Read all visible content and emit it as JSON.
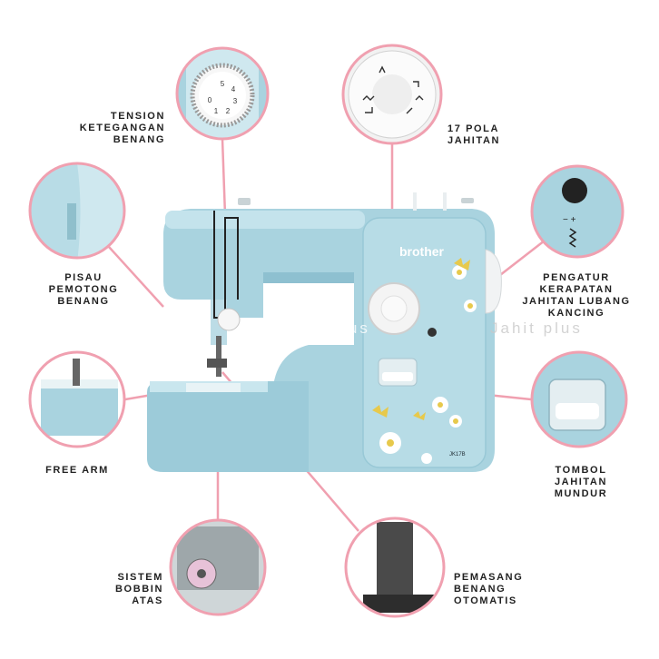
{
  "colors": {
    "accent": "#f0a0b0",
    "machine_body": "#a9d3df",
    "machine_shadow": "#7fb3c4",
    "text": "#222222"
  },
  "brand": "brother",
  "model": "JK17B",
  "watermark": "Jahit plus",
  "callouts": {
    "tension": [
      "TENSION",
      "KETEGANGAN",
      "BENANG"
    ],
    "pola": [
      "17 POLA",
      "JAHITAN"
    ],
    "pisau": [
      "PISAU",
      "PEMOTONG",
      "BENANG"
    ],
    "pengatur": [
      "PENGATUR",
      "KERAPATAN",
      "JAHITAN LUBANG",
      "KANCING"
    ],
    "freearm": [
      "FREE ARM"
    ],
    "tombol": [
      "TOMBOL",
      "JAHITAN",
      "MUNDUR"
    ],
    "bobbin": [
      "SISTEM",
      "BOBBIN",
      "ATAS"
    ],
    "pemasang": [
      "PEMASANG",
      "BENANG",
      "OTOMATIS"
    ]
  },
  "tension_dial_numbers": [
    "0",
    "1",
    "2",
    "3",
    "4",
    "5"
  ]
}
